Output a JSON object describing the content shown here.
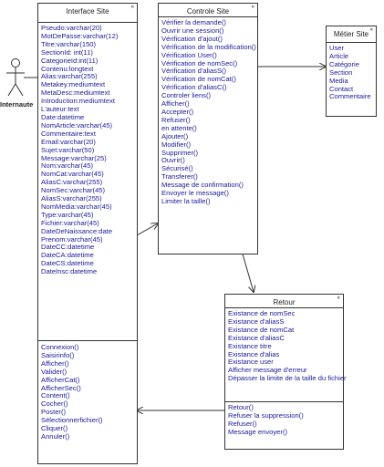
{
  "actor": {
    "label": "Internaute"
  },
  "interface_site": {
    "title": "Interface Site",
    "corner": "«",
    "attributes": [
      "Pseudo:varchar(20)",
      "MotDePasse:varchar(12)",
      "Titre:varchar(150)",
      "SectionId: int(11)",
      "CategorieId:int(11)",
      "Contenu:longtext",
      "Alias:varchar(255)",
      "Metakey:mediumtext",
      "MetaDesc:mediumtext",
      "Introduction:mediumtext",
      "L'auteur:text",
      "Date:datetime",
      "NomArticle:varchar(45)",
      "Commentaire:text",
      "Email:varchar(20)",
      "Sujet:varchar(50)",
      "Message:varchar(25)",
      "Nom:varchar(45)",
      "NomCat:varchar(45)",
      "AliasC:varchar(255)",
      "NomSec:varchar(45)",
      "AliasS:varchar(255)",
      "NomMedia:varchar(45)",
      "Type:varchar(45)",
      "Fichier:varchar(45)",
      "DateDeNaissance:date",
      "Prenom:varchar(45)",
      "DateCC:datetime",
      "DateCA:datetime",
      "DateCS:datetime",
      "DateInsc:datetime"
    ],
    "methods": [
      "Connexion()",
      "Saisirinfo()",
      "Afficher()",
      "Valider()",
      "AfficherCat()",
      "AfficherSec()",
      "Content()",
      "Cocher()",
      "Poster()",
      "Sélectionnerfichier()",
      "Cliquer()",
      "Annuler()"
    ]
  },
  "controle_site": {
    "title": "Controle Site",
    "corner": "«",
    "methods": [
      "Vérifier la demande()",
      "Ouvrir une session()",
      "Vérification d'ajout()",
      "Vérification de la modification()",
      "Vérification User()",
      "Vérification de nomSec()",
      "Vérification d'aliasS()",
      "Vérification de nomCat()",
      "Vérification d'aliasC()",
      "Controler liens()",
      "Afficher()",
      "Accepter()",
      "Refuser()",
      "en attente()",
      "Ajouter()",
      "Modifier()",
      "Supprimer()",
      "Ouvrir()",
      "Sécurisé()",
      "Transferer()",
      "Message de confirmation()",
      "Envoyer le message()",
      "Limiter la taille()"
    ]
  },
  "metier_site": {
    "title": "Métier Site",
    "corner": "«",
    "items": [
      "User",
      "Article",
      "Catégorie",
      "Section",
      "Media",
      "Contact",
      "Commentaire"
    ]
  },
  "retour": {
    "title": "Retour",
    "corner": "«",
    "attributes": [
      "Existance de nomSec",
      "Existance d'aliasS",
      "Existance de nomCat",
      "Existance d'aliasC",
      "Existance titre",
      "Existance d'alias",
      "Existance user",
      "Afficher message d'erreur",
      "Dépasser la limite de la taille du fichier"
    ],
    "methods": [
      "Retour()",
      "Refuser la suppression()",
      "Refuser()",
      "Message envoyer()"
    ]
  }
}
